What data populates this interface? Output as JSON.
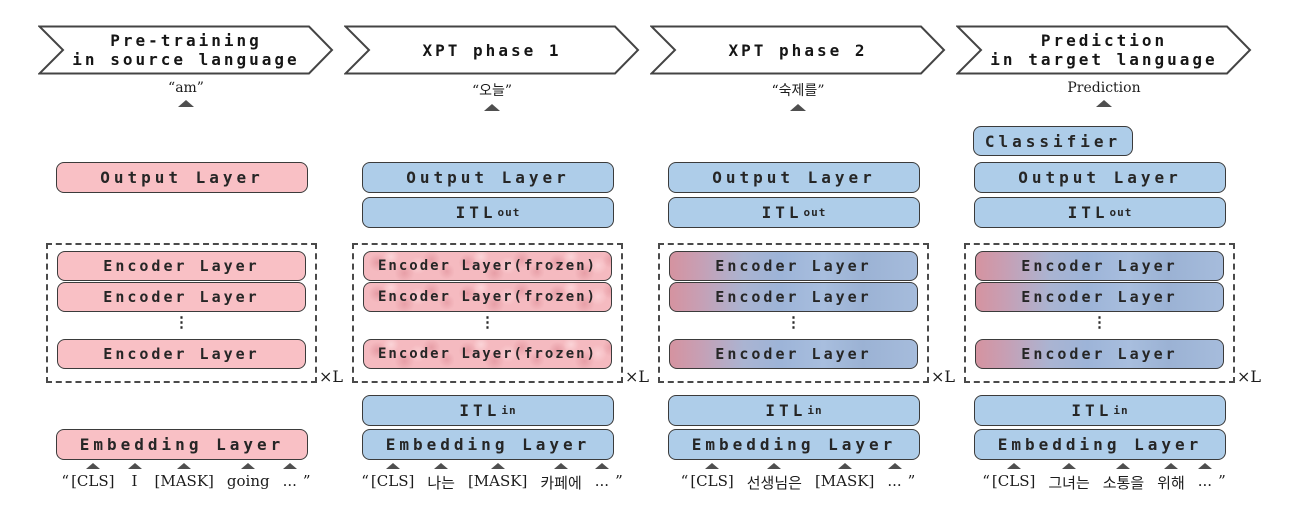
{
  "colors": {
    "pink": "#f9c0c5",
    "blue": "#aecde9",
    "frozen_pink_texture": "#f5bac0",
    "gradient_left_pink": "#d593a0",
    "gradient_right_blue": "#9fb6d9",
    "box_border": "#3b3b3b",
    "dashed_border": "#4a4a4a",
    "arrow": "#4f4f4f",
    "banner_fill": "#ffffff",
    "banner_border": "#444444"
  },
  "labels": {
    "output_layer": "Output Layer",
    "embedding_layer": "Embedding Layer",
    "encoder_layer": "Encoder Layer",
    "encoder_layer_frozen": "Encoder Layer(frozen)",
    "classifier": "Classifier",
    "itl_base": "ITL",
    "itl_out_sub": "out",
    "itl_in_sub": "in",
    "repeat": "×L",
    "dots": "⋮",
    "open_quote": "“",
    "close_quote": "”"
  },
  "columns": [
    {
      "header_lines": [
        "Pre-training",
        "in source language"
      ],
      "word": "“am”",
      "tokens": [
        "[CLS]",
        "I",
        "[MASK]",
        "going",
        "..."
      ]
    },
    {
      "header_lines": [
        "XPT phase 1"
      ],
      "word": "“오늘”",
      "tokens": [
        "[CLS]",
        "나는",
        "[MASK]",
        "카페에",
        "..."
      ]
    },
    {
      "header_lines": [
        "XPT phase 2"
      ],
      "word": "“숙제를”",
      "tokens": [
        "[CLS]",
        "선생님은",
        "[MASK]",
        "..."
      ]
    },
    {
      "header_lines": [
        "Prediction",
        "in target language"
      ],
      "word": "Prediction",
      "tokens": [
        "[CLS]",
        "그녀는",
        "소통을",
        "위해",
        "..."
      ]
    }
  ]
}
